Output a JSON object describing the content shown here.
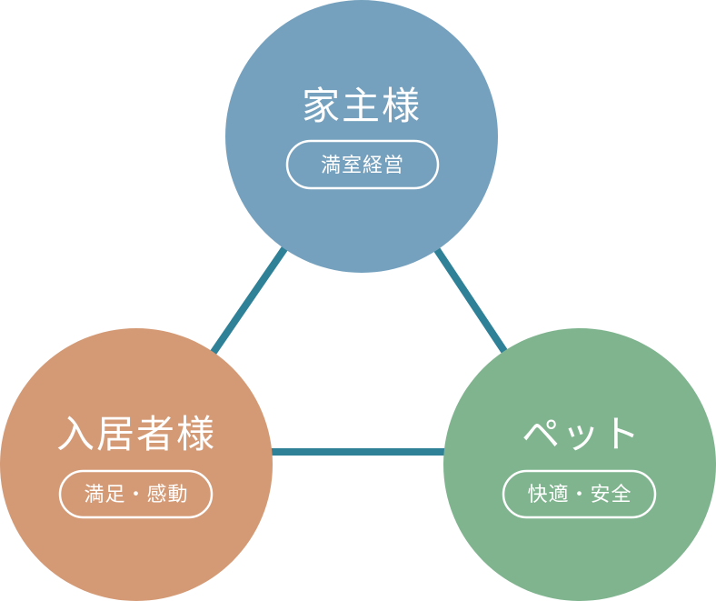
{
  "colors": {
    "connector": "#2f8197",
    "owner": "#75a1be",
    "resident": "#d49a76",
    "pet": "#7fb48f",
    "text": "#ffffff"
  },
  "nodes": {
    "owner": {
      "title": "家主様",
      "subtitle": "満室経営"
    },
    "resident": {
      "title": "入居者様",
      "subtitle": "満足・感動"
    },
    "pet": {
      "title": "ペット",
      "subtitle": "快適・安全"
    }
  }
}
